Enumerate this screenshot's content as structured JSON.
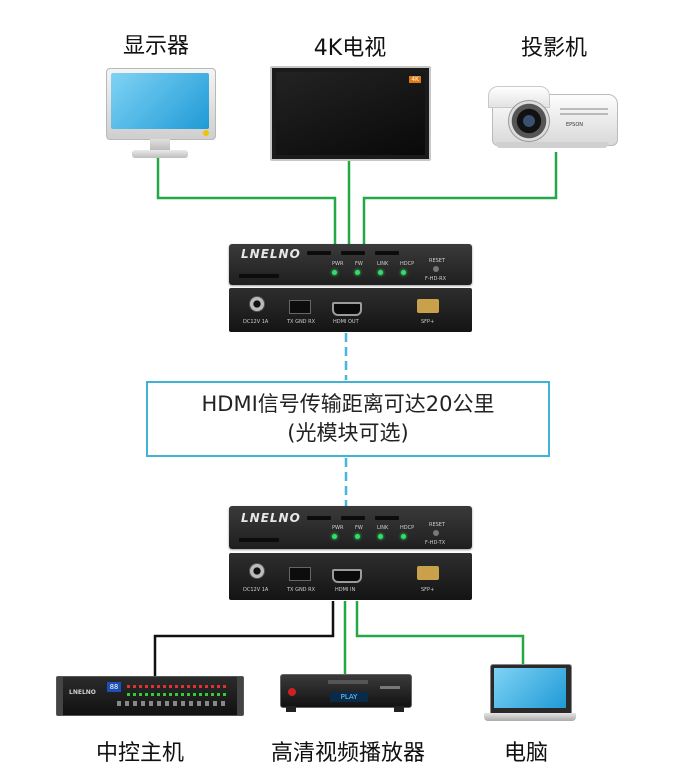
{
  "top_devices": {
    "monitor": "显示器",
    "tv": "4K电视",
    "tv_badge": "4K",
    "projector": "投影机",
    "projector_model": "EPSON"
  },
  "receiver": {
    "brand": "LNELNO",
    "model": "F-HD-RX",
    "indicators": [
      "PWR",
      "FW",
      "LINK",
      "HDCP"
    ],
    "reset": "RESET",
    "port_power": "DC12V 1A",
    "port_serial": "TX GND RX",
    "port_hdmi": "HDMI OUT",
    "port_sfp": "SFP+"
  },
  "info_box": {
    "line1": "HDMI信号传输距离可达20公里",
    "line2": "(光模块可选)"
  },
  "transmitter": {
    "brand": "LNELNO",
    "model": "F-HD-TX",
    "indicators": [
      "PWR",
      "FW",
      "LINK",
      "HDCP"
    ],
    "reset": "RESET",
    "port_power": "DC12V 1A",
    "port_serial": "TX GND RX",
    "port_hdmi": "HDMI IN",
    "port_sfp": "SFP+"
  },
  "bottom_devices": {
    "controller": "中控主机",
    "controller_brand": "LNELNO",
    "controller_display": "88",
    "player": "高清视频播放器",
    "player_screen": "PLAY",
    "computer": "电脑"
  },
  "colors": {
    "green_line": "#22a845",
    "black_line": "#111111",
    "blue_line": "#46b6dc",
    "box_border": "#3fb3d6"
  }
}
